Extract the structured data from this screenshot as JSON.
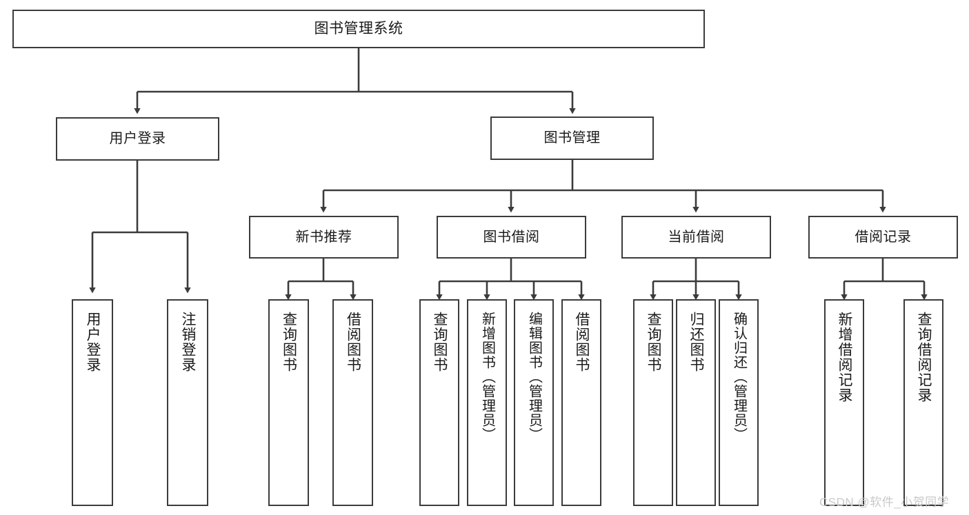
{
  "diagram": {
    "type": "tree-hierarchy",
    "title": "图书管理系统",
    "watermark": "CSDN @软件_小贺同学",
    "colors": {
      "box_border": "#3b3b3b",
      "box_fill": "#ffffff",
      "connector": "#3b3b3b",
      "text": "#1a1a1a",
      "watermark": "#c9c9c9"
    },
    "levels": {
      "level1": "系统",
      "level2": "模块",
      "level3": "子模块",
      "level4": "功能"
    }
  },
  "root": {
    "label": "图书管理系统"
  },
  "modules": [
    {
      "id": "user-login",
      "label": "用户登录",
      "children": [
        {
          "id": "user-login-do",
          "label": "用户登录"
        },
        {
          "id": "user-logout",
          "label": "注销登录"
        }
      ]
    },
    {
      "id": "book-management",
      "label": "图书管理",
      "submodules": [
        {
          "id": "new-book-recommend",
          "label": "新书推荐",
          "children": [
            {
              "id": "query-book-1",
              "label": "查询图书"
            },
            {
              "id": "borrow-book-1",
              "label": "借阅图书"
            }
          ]
        },
        {
          "id": "book-borrow",
          "label": "图书借阅",
          "children": [
            {
              "id": "query-book-2",
              "label": "查询图书"
            },
            {
              "id": "add-book",
              "label": "新增图书（管理员）"
            },
            {
              "id": "edit-book",
              "label": "编辑图书（管理员）"
            },
            {
              "id": "borrow-book-2",
              "label": "借阅图书"
            }
          ]
        },
        {
          "id": "current-borrow",
          "label": "当前借阅",
          "children": [
            {
              "id": "query-book-3",
              "label": "查询图书"
            },
            {
              "id": "return-book",
              "label": "归还图书"
            },
            {
              "id": "confirm-return",
              "label": "确认归还（管理员）"
            }
          ]
        },
        {
          "id": "borrow-records",
          "label": "借阅记录",
          "children": [
            {
              "id": "add-borrow-record",
              "label": "新增借阅记录"
            },
            {
              "id": "query-borrow-record",
              "label": "查询借阅记录"
            }
          ]
        }
      ]
    }
  ]
}
